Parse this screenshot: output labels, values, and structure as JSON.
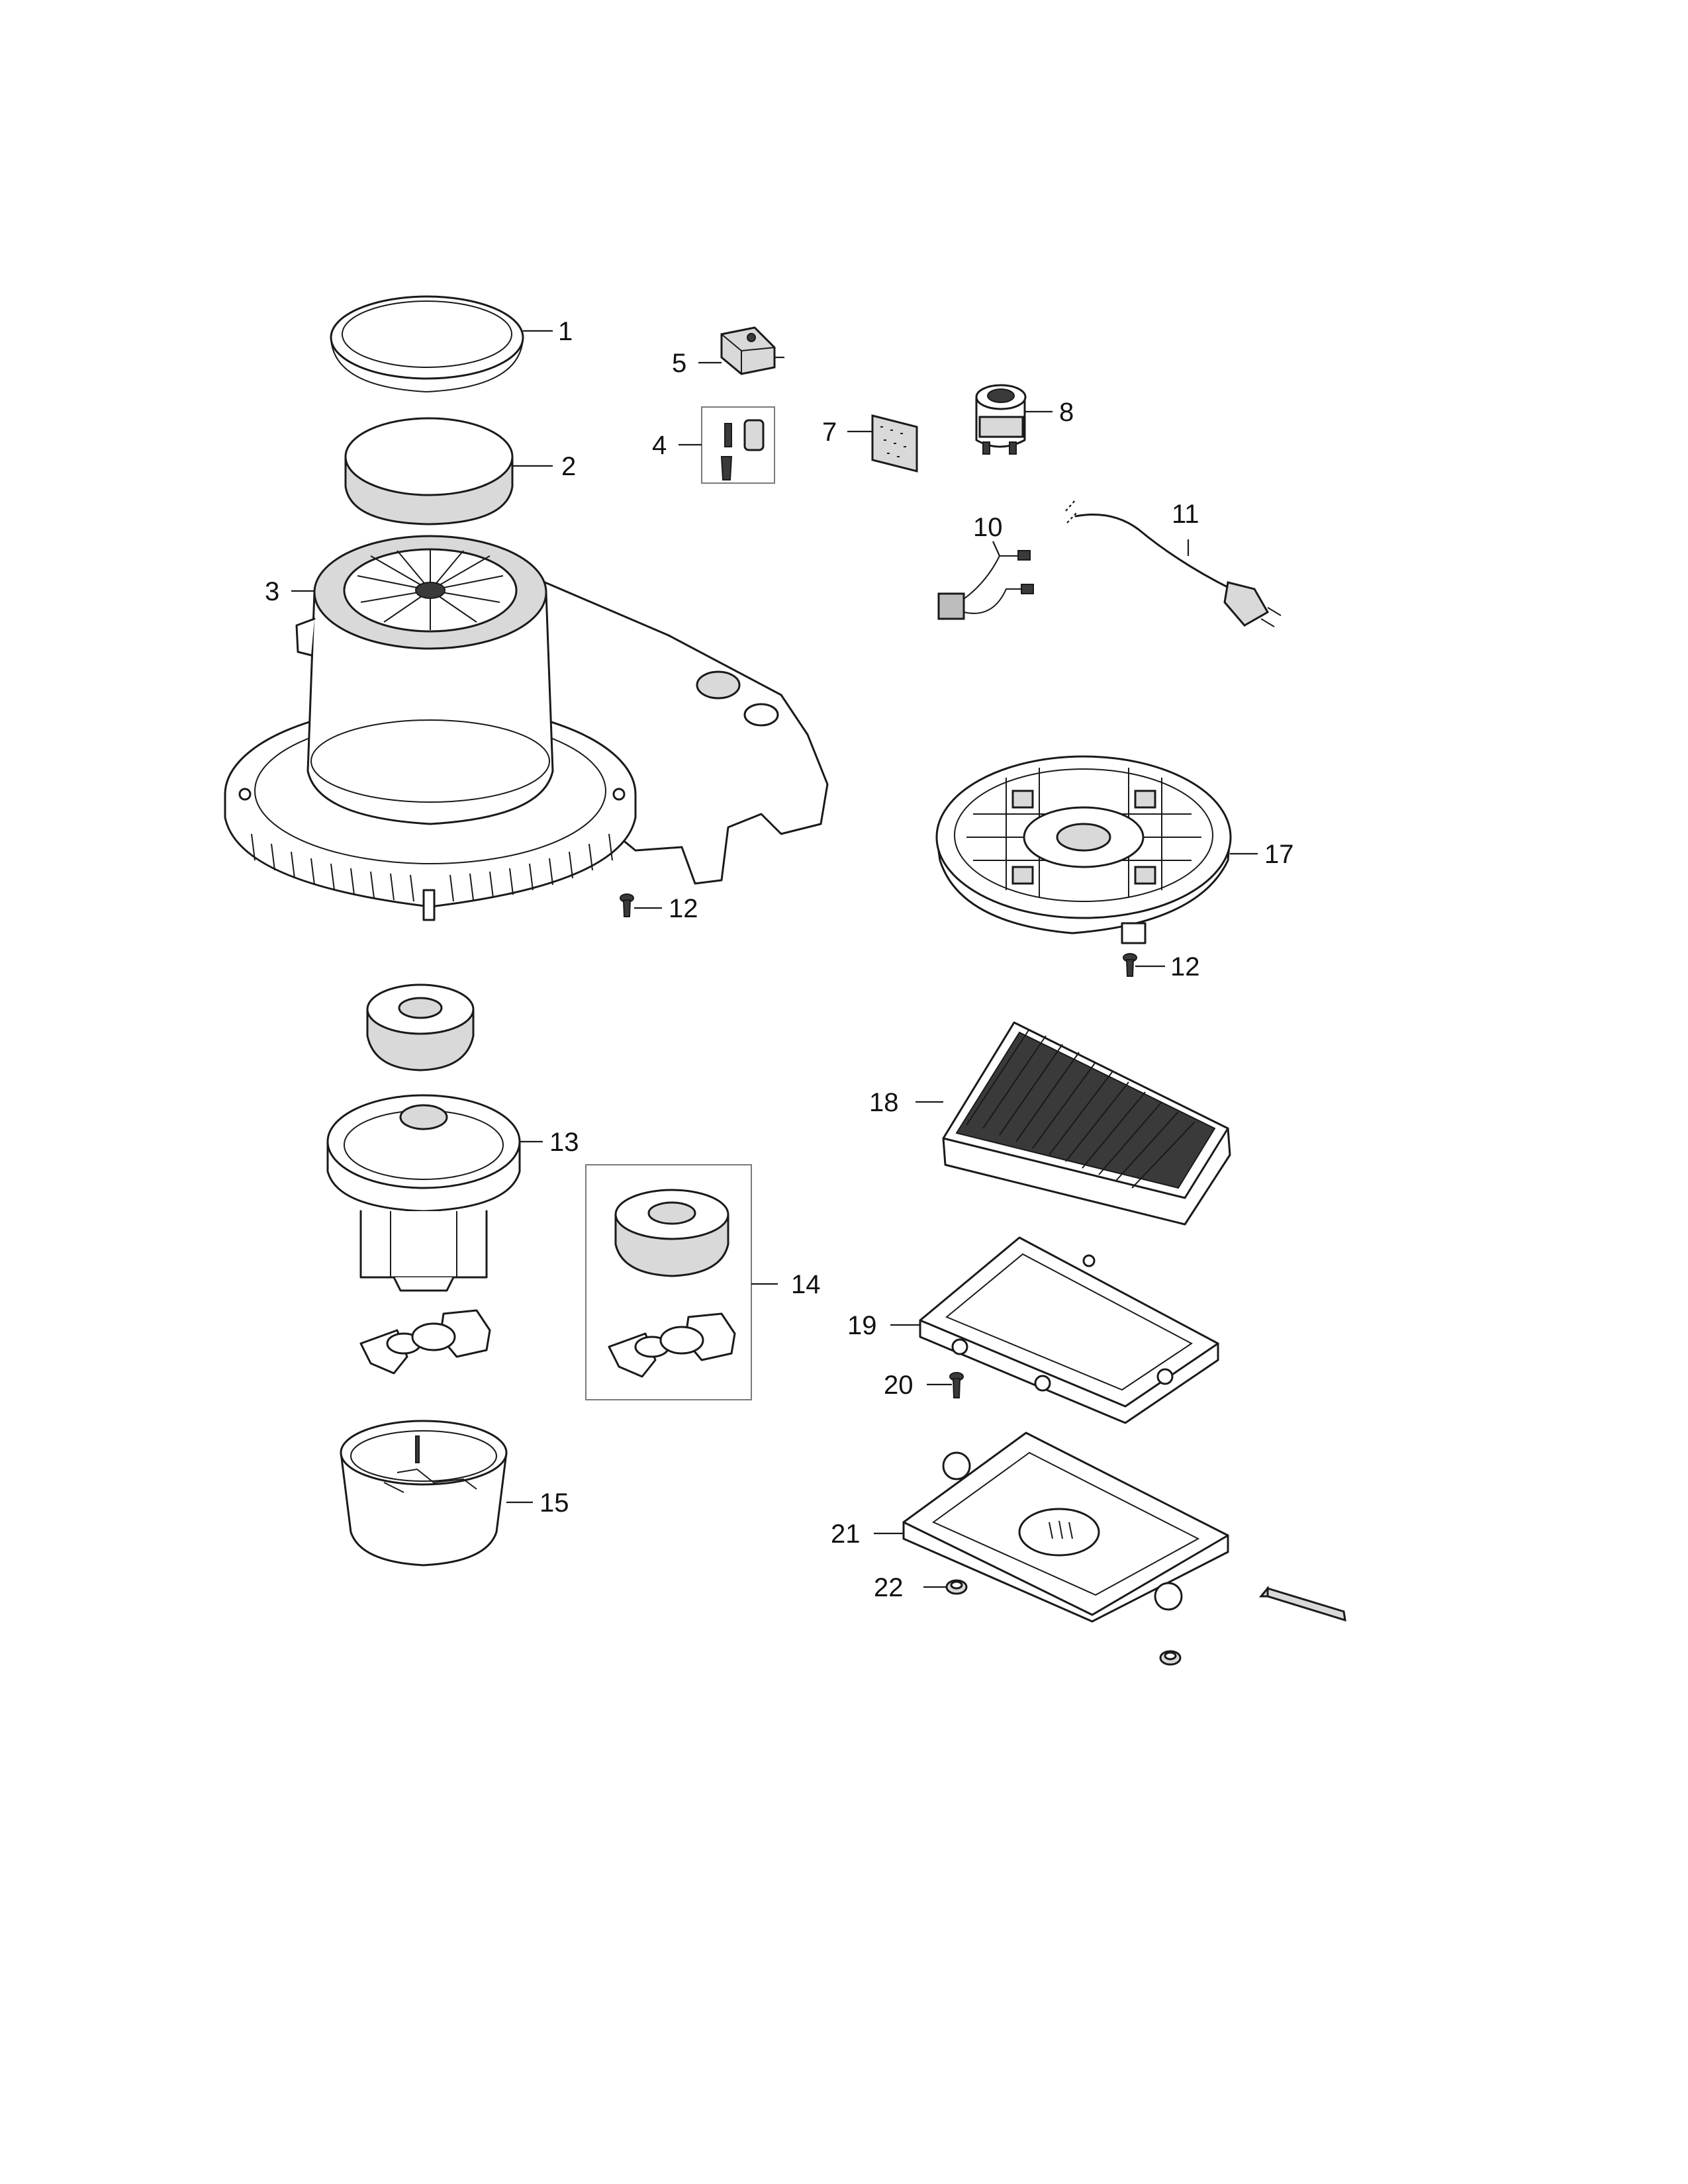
{
  "callouts": {
    "c1": "1",
    "c2": "2",
    "c3": "3",
    "c4": "4",
    "c5": "5",
    "c7": "7",
    "c8": "8",
    "c10": "10",
    "c11": "11",
    "c12a": "12",
    "c12b": "12",
    "c13": "13",
    "c14": "14",
    "c15": "15",
    "c17": "17",
    "c18": "18",
    "c19": "19",
    "c20": "20",
    "c21": "21",
    "c22": "22"
  },
  "colors": {
    "line": "#1a1a1a",
    "shade_light": "#d9d9d9",
    "shade_mid": "#bdbdbd",
    "background": "#ffffff"
  }
}
